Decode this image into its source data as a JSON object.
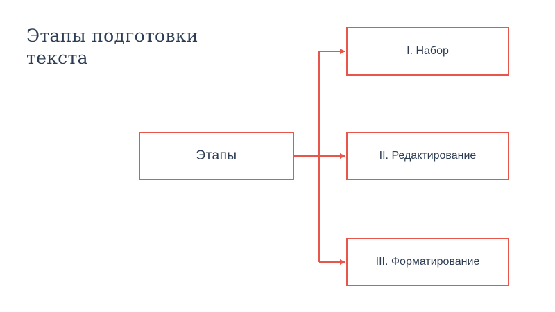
{
  "title": "Этапы подготовки текста",
  "diagram": {
    "root": {
      "label": "Этапы"
    },
    "stages": [
      {
        "label": "I. Набор"
      },
      {
        "label": "II. Редактирование"
      },
      {
        "label": "III. Форматирование"
      }
    ]
  },
  "colors": {
    "accent": "#e8564b",
    "text": "#2d3d54",
    "background": "#ffffff"
  }
}
